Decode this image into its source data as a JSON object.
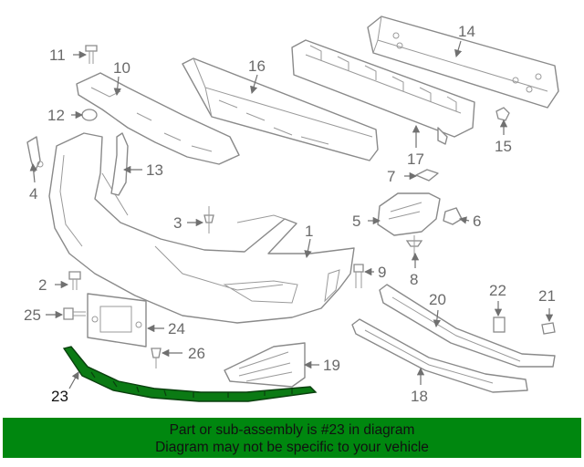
{
  "callouts": [
    {
      "n": "1",
      "part": "bumper-cover"
    },
    {
      "n": "2",
      "part": "bolt"
    },
    {
      "n": "3",
      "part": "push-pin-retainer"
    },
    {
      "n": "4",
      "part": "side-guide"
    },
    {
      "n": "5",
      "part": "bracket"
    },
    {
      "n": "6",
      "part": "clip"
    },
    {
      "n": "7",
      "part": "nut"
    },
    {
      "n": "8",
      "part": "push-pin"
    },
    {
      "n": "9",
      "part": "bolt"
    },
    {
      "n": "10",
      "part": "energy-absorber-upper"
    },
    {
      "n": "11",
      "part": "bolt"
    },
    {
      "n": "12",
      "part": "nut"
    },
    {
      "n": "13",
      "part": "bracket"
    },
    {
      "n": "14",
      "part": "impact-bar"
    },
    {
      "n": "15",
      "part": "retainer"
    },
    {
      "n": "16",
      "part": "energy-absorber"
    },
    {
      "n": "17",
      "part": "absorber"
    },
    {
      "n": "18",
      "part": "lower-deflector"
    },
    {
      "n": "19",
      "part": "grille-insert"
    },
    {
      "n": "20",
      "part": "lower-grille"
    },
    {
      "n": "21",
      "part": "bolt"
    },
    {
      "n": "22",
      "part": "cap"
    },
    {
      "n": "23",
      "part": "lower-spoiler"
    },
    {
      "n": "24",
      "part": "license-plate-bracket"
    },
    {
      "n": "25",
      "part": "bolt"
    },
    {
      "n": "26",
      "part": "push-pin"
    }
  ],
  "highlighted_part": "23",
  "colors": {
    "highlight": "#0b7a14",
    "banner": "#00870f",
    "line": "#8a8a8a"
  },
  "banner": {
    "line1": "Part or sub-assembly is #23 in diagram",
    "line2": "Diagram may not be specific to your vehicle"
  }
}
